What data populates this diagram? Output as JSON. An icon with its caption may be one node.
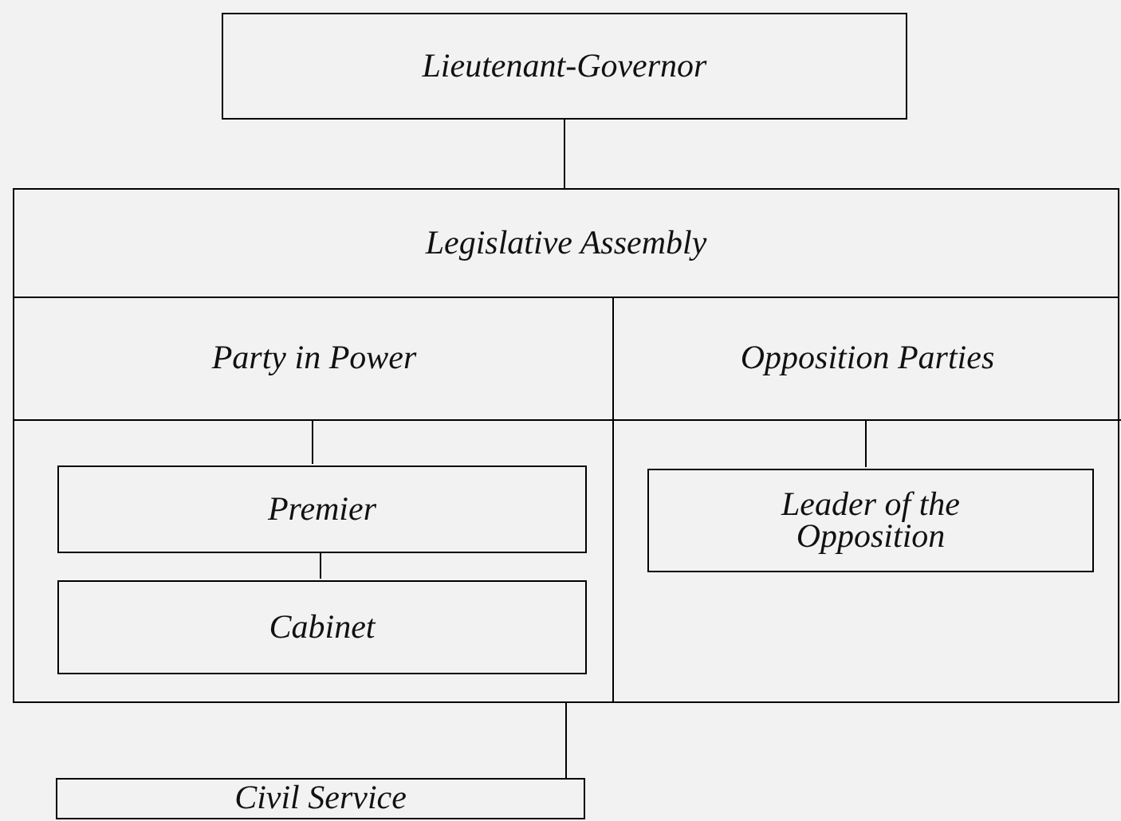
{
  "diagram": {
    "nodes": [
      {
        "text": [
          "Lieutenant-Governor"
        ]
      },
      {
        "text": [
          "Legislative Assembly"
        ]
      },
      {
        "text": [
          "Party in Power"
        ],
        "in": 1
      },
      {
        "text": [
          "Premier"
        ],
        "in": 1
      },
      {
        "text": [
          "Cabinet"
        ],
        "in": 1
      },
      {
        "text": [
          "Opposition Parties"
        ],
        "in": 1
      },
      {
        "text": [
          "Leader of the Opposition"
        ],
        "in": 1
      },
      {
        "text": [
          "Civil Service"
        ]
      }
    ],
    "edges": [
      {
        "from": 0,
        "to": 1,
        "arrow": "none"
      },
      {
        "from": 2,
        "to": 3,
        "arrow": "none"
      },
      {
        "from": 3,
        "to": 4,
        "arrow": "none"
      },
      {
        "from": 5,
        "to": 6,
        "arrow": "none"
      },
      {
        "from": 1,
        "to": 7,
        "arrow": "none"
      }
    ]
  }
}
